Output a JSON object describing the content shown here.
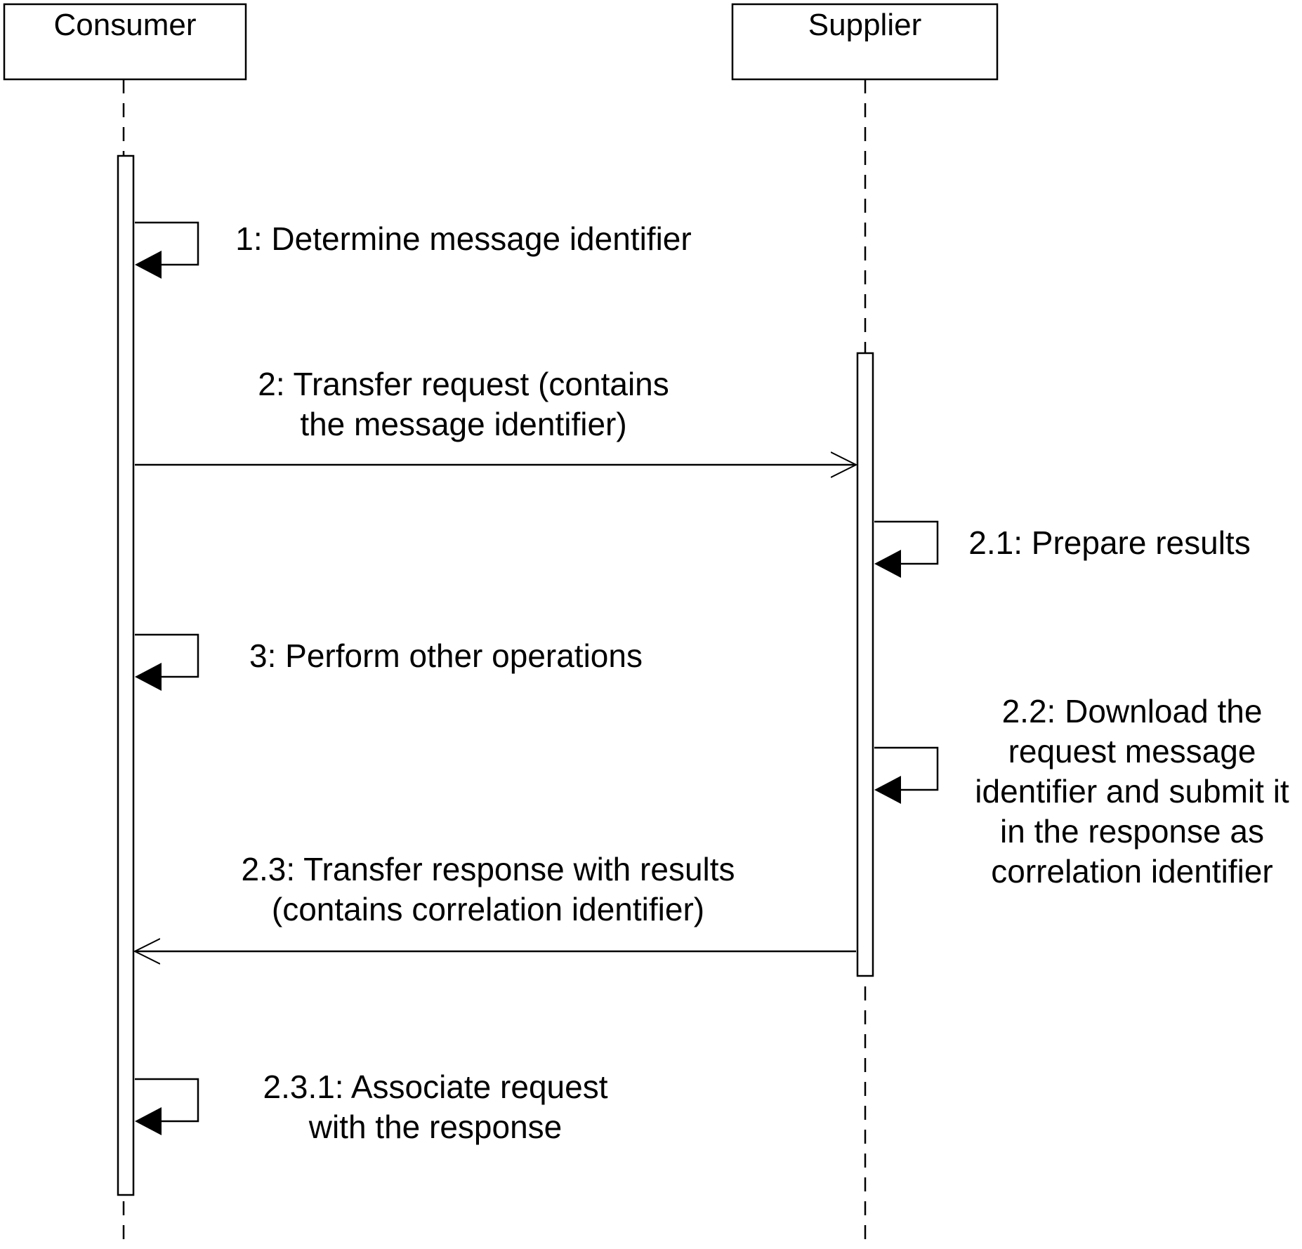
{
  "participants": [
    {
      "id": "consumer",
      "name": "Consumer"
    },
    {
      "id": "supplier",
      "name": "Supplier"
    }
  ],
  "messages": [
    {
      "id": "m1",
      "from": "consumer",
      "to": "consumer",
      "kind": "self",
      "lines": [
        "1: Determine message identifier"
      ]
    },
    {
      "id": "m2",
      "from": "consumer",
      "to": "supplier",
      "kind": "async",
      "lines": [
        "2: Transfer request (contains",
        "the message identifier)"
      ]
    },
    {
      "id": "m21",
      "from": "supplier",
      "to": "supplier",
      "kind": "self",
      "lines": [
        "2.1: Prepare results"
      ]
    },
    {
      "id": "m3",
      "from": "consumer",
      "to": "consumer",
      "kind": "self",
      "lines": [
        "3: Perform other operations"
      ]
    },
    {
      "id": "m22",
      "from": "supplier",
      "to": "supplier",
      "kind": "self",
      "lines": [
        "2.2: Download the",
        "request message",
        "identifier and submit it",
        "in the response as",
        "correlation identifier"
      ]
    },
    {
      "id": "m23",
      "from": "supplier",
      "to": "consumer",
      "kind": "async",
      "lines": [
        "2.3: Transfer response with results",
        "(contains correlation identifier)"
      ]
    },
    {
      "id": "m231",
      "from": "consumer",
      "to": "consumer",
      "kind": "self",
      "lines": [
        "2.3.1: Associate request",
        "with the response"
      ]
    }
  ]
}
